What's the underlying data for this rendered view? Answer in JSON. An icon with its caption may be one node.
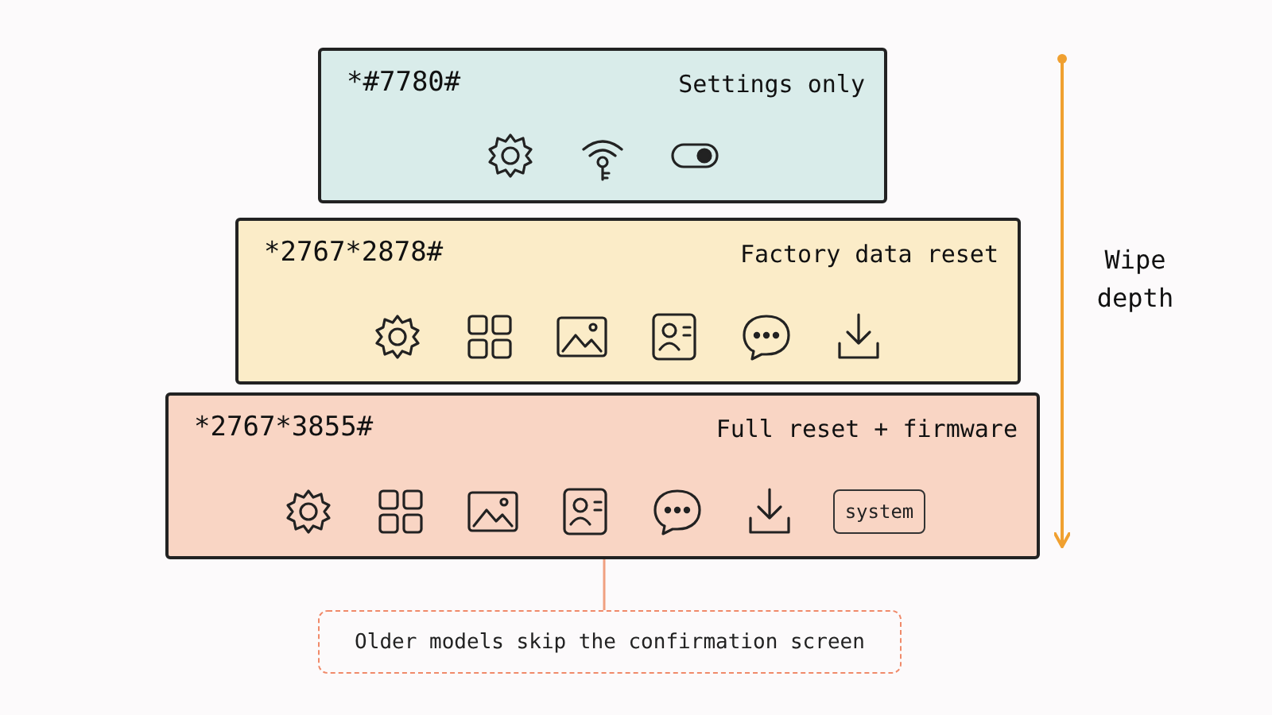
{
  "diagram": {
    "nodes": [
      {
        "text": [
          "*#7780#",
          "Settings only"
        ]
      },
      {
        "text": [
          "*2767*2878#",
          "Factory data reset"
        ]
      },
      {
        "text": [
          "*2767*3855#",
          "Full reset + firmware"
        ]
      },
      {
        "text": [
          "Older models skip the confirmation screen"
        ]
      },
      {
        "text": [
          "system"
        ],
        "in": 2
      }
    ],
    "edges": [
      {
        "from": 3,
        "to": 2,
        "arrow": "none"
      }
    ],
    "labels": [
      "Wipe depth"
    ]
  }
}
